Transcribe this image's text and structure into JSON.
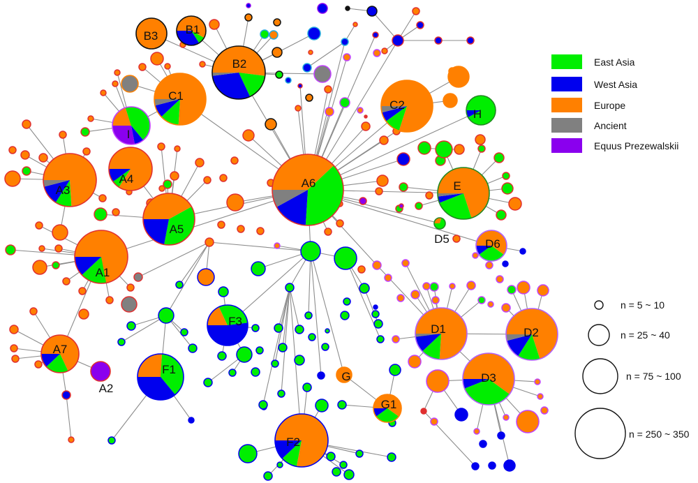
{
  "colors": {
    "east_asia": "#00ee00",
    "west_asia": "#0000ee",
    "europe": "#ff8000",
    "ancient": "#808080",
    "prezewalskii": "#8a00ee",
    "edge": "#8c8c8c"
  },
  "legend": [
    {
      "label": "East Asia",
      "color": "#00ee00"
    },
    {
      "label": "West Asia",
      "color": "#0000ee"
    },
    {
      "label": "Europe",
      "color": "#ff8000"
    },
    {
      "label": "Ancient",
      "color": "#808080"
    },
    {
      "label": "Equus Prezewalskii",
      "color": "#8a00ee"
    }
  ],
  "size_legend": [
    {
      "label": "n = 5 ~ 10"
    },
    {
      "label": "n = 25 ~ 40"
    },
    {
      "label": "n = 75 ~ 100"
    },
    {
      "label": "n = 250 ~ 350"
    }
  ],
  "haplogroups": [
    {
      "label": "A1",
      "shares": [
        0.16,
        0.12,
        0.72,
        0.0,
        0.0
      ],
      "border": "#e03030"
    },
    {
      "label": "A2",
      "shares": [
        0.0,
        0.0,
        0.0,
        0.0,
        1.0
      ],
      "border": "#e03030"
    },
    {
      "label": "A3",
      "shares": [
        0.1,
        0.12,
        0.74,
        0.04,
        0.0
      ],
      "border": "#e03030"
    },
    {
      "label": "A4",
      "shares": [
        0.06,
        0.1,
        0.84,
        0.0,
        0.0
      ],
      "border": "#e03030"
    },
    {
      "label": "A5",
      "shares": [
        0.36,
        0.22,
        0.42,
        0.0,
        0.0
      ],
      "border": "#e03030"
    },
    {
      "label": "A6",
      "shares": [
        0.38,
        0.16,
        0.38,
        0.08,
        0.0
      ],
      "border": "#e03030"
    },
    {
      "label": "A7",
      "shares": [
        0.2,
        0.12,
        0.68,
        0.0,
        0.0
      ],
      "border": "#e03030"
    },
    {
      "label": "B1",
      "shares": [
        0.08,
        0.34,
        0.58,
        0.0,
        0.0
      ],
      "border": "#111111"
    },
    {
      "label": "B2",
      "shares": [
        0.16,
        0.3,
        0.52,
        0.02,
        0.0
      ],
      "border": "#111111"
    },
    {
      "label": "B3",
      "shares": [
        0.0,
        0.0,
        1.0,
        0.0,
        0.0
      ],
      "border": "#111111"
    },
    {
      "label": "C1",
      "shares": [
        0.12,
        0.08,
        0.76,
        0.04,
        0.0
      ],
      "border": "#ff8000"
    },
    {
      "label": "C2",
      "shares": [
        0.1,
        0.06,
        0.8,
        0.04,
        0.0
      ],
      "border": "#ff8000"
    },
    {
      "label": "D1",
      "shares": [
        0.12,
        0.1,
        0.76,
        0.02,
        0.0
      ],
      "border": "#b060ff"
    },
    {
      "label": "D2",
      "shares": [
        0.14,
        0.12,
        0.7,
        0.04,
        0.0
      ],
      "border": "#b060ff"
    },
    {
      "label": "D3",
      "shares": [
        0.34,
        0.06,
        0.6,
        0.0,
        0.0
      ],
      "border": "#b060ff"
    },
    {
      "label": "D5",
      "shares": [
        0.7,
        0.0,
        0.3,
        0.0,
        0.0
      ],
      "border": "#228822"
    },
    {
      "label": "D6",
      "shares": [
        0.3,
        0.1,
        0.6,
        0.0,
        0.0
      ],
      "border": "#b060ff"
    },
    {
      "label": "E",
      "shares": [
        0.24,
        0.04,
        0.7,
        0.02,
        0.0
      ],
      "border": "#228822"
    },
    {
      "label": "F1",
      "shares": [
        0.38,
        0.36,
        0.26,
        0.0,
        0.0
      ],
      "border": "#0000ee"
    },
    {
      "label": "F2",
      "shares": [
        0.1,
        0.12,
        0.78,
        0.0,
        0.0
      ],
      "border": "#0000ee"
    },
    {
      "label": "F3",
      "shares": [
        0.3,
        0.52,
        0.18,
        0.0,
        0.0
      ],
      "border": "#0000ee"
    },
    {
      "label": "G",
      "shares": [
        0.0,
        0.0,
        1.0,
        0.0,
        0.0
      ],
      "border": "#ff8000"
    },
    {
      "label": "G1",
      "shares": [
        0.3,
        0.1,
        0.6,
        0.0,
        0.0
      ],
      "border": "#ff8000"
    },
    {
      "label": "H",
      "shares": [
        0.92,
        0.08,
        0.0,
        0.0,
        0.0
      ],
      "border": "#228822"
    },
    {
      "label": "I",
      "shares": [
        0.44,
        0.08,
        0.2,
        0.0,
        0.28
      ],
      "border": "#c040ff"
    }
  ]
}
